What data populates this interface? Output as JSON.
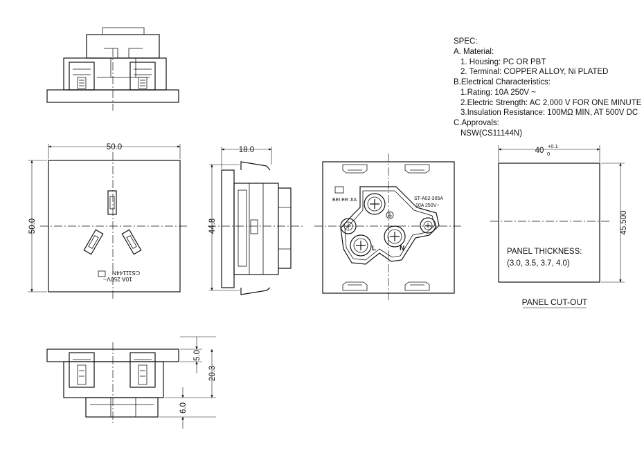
{
  "spec": {
    "title": "SPEC:",
    "material_heading": "A. Material:",
    "housing": "1.  Housing: PC OR PBT",
    "terminal": "2.  Terminal: COPPER ALLOY, Ni PLATED",
    "electrical_heading": "B.Electrical Characteristics:",
    "rating": "1.Rating:  10A 250V ~",
    "strength": "2.Electric Strength: AC 2,000 V FOR ONE MINUTE",
    "insulation": "3.Insulation Resistance: 100MΩ MIN, AT 500V DC",
    "approvals_heading": "C.Approvals:",
    "approval_value": "NSW(CS11144N)"
  },
  "front_view": {
    "width_dim": "50.0",
    "height_dim": "50.0",
    "marking_model": "CS11144N",
    "marking_rating": "10A 250V~"
  },
  "side_view": {
    "depth_dim": "18.0",
    "height_dim": "44.8"
  },
  "rear_view": {
    "brand": "BEI ER JIA",
    "part_no": "ST-A02-305A",
    "rating": "10A 250V~",
    "label_l": "L",
    "label_n": "N"
  },
  "cutout": {
    "width_dim_base": "40",
    "width_tol_plus": "+0.1",
    "width_tol_minus": "0",
    "height_dim": "45.500",
    "thickness_label": "PANEL THICKNESS:",
    "thickness_values": "(3.0, 3.5, 3.7, 4.0)",
    "caption": "PANEL CUT-OUT"
  },
  "bottom_view": {
    "flange_dim": "5.0",
    "overall_dim": "20.3",
    "pin_dim": "6.0"
  }
}
